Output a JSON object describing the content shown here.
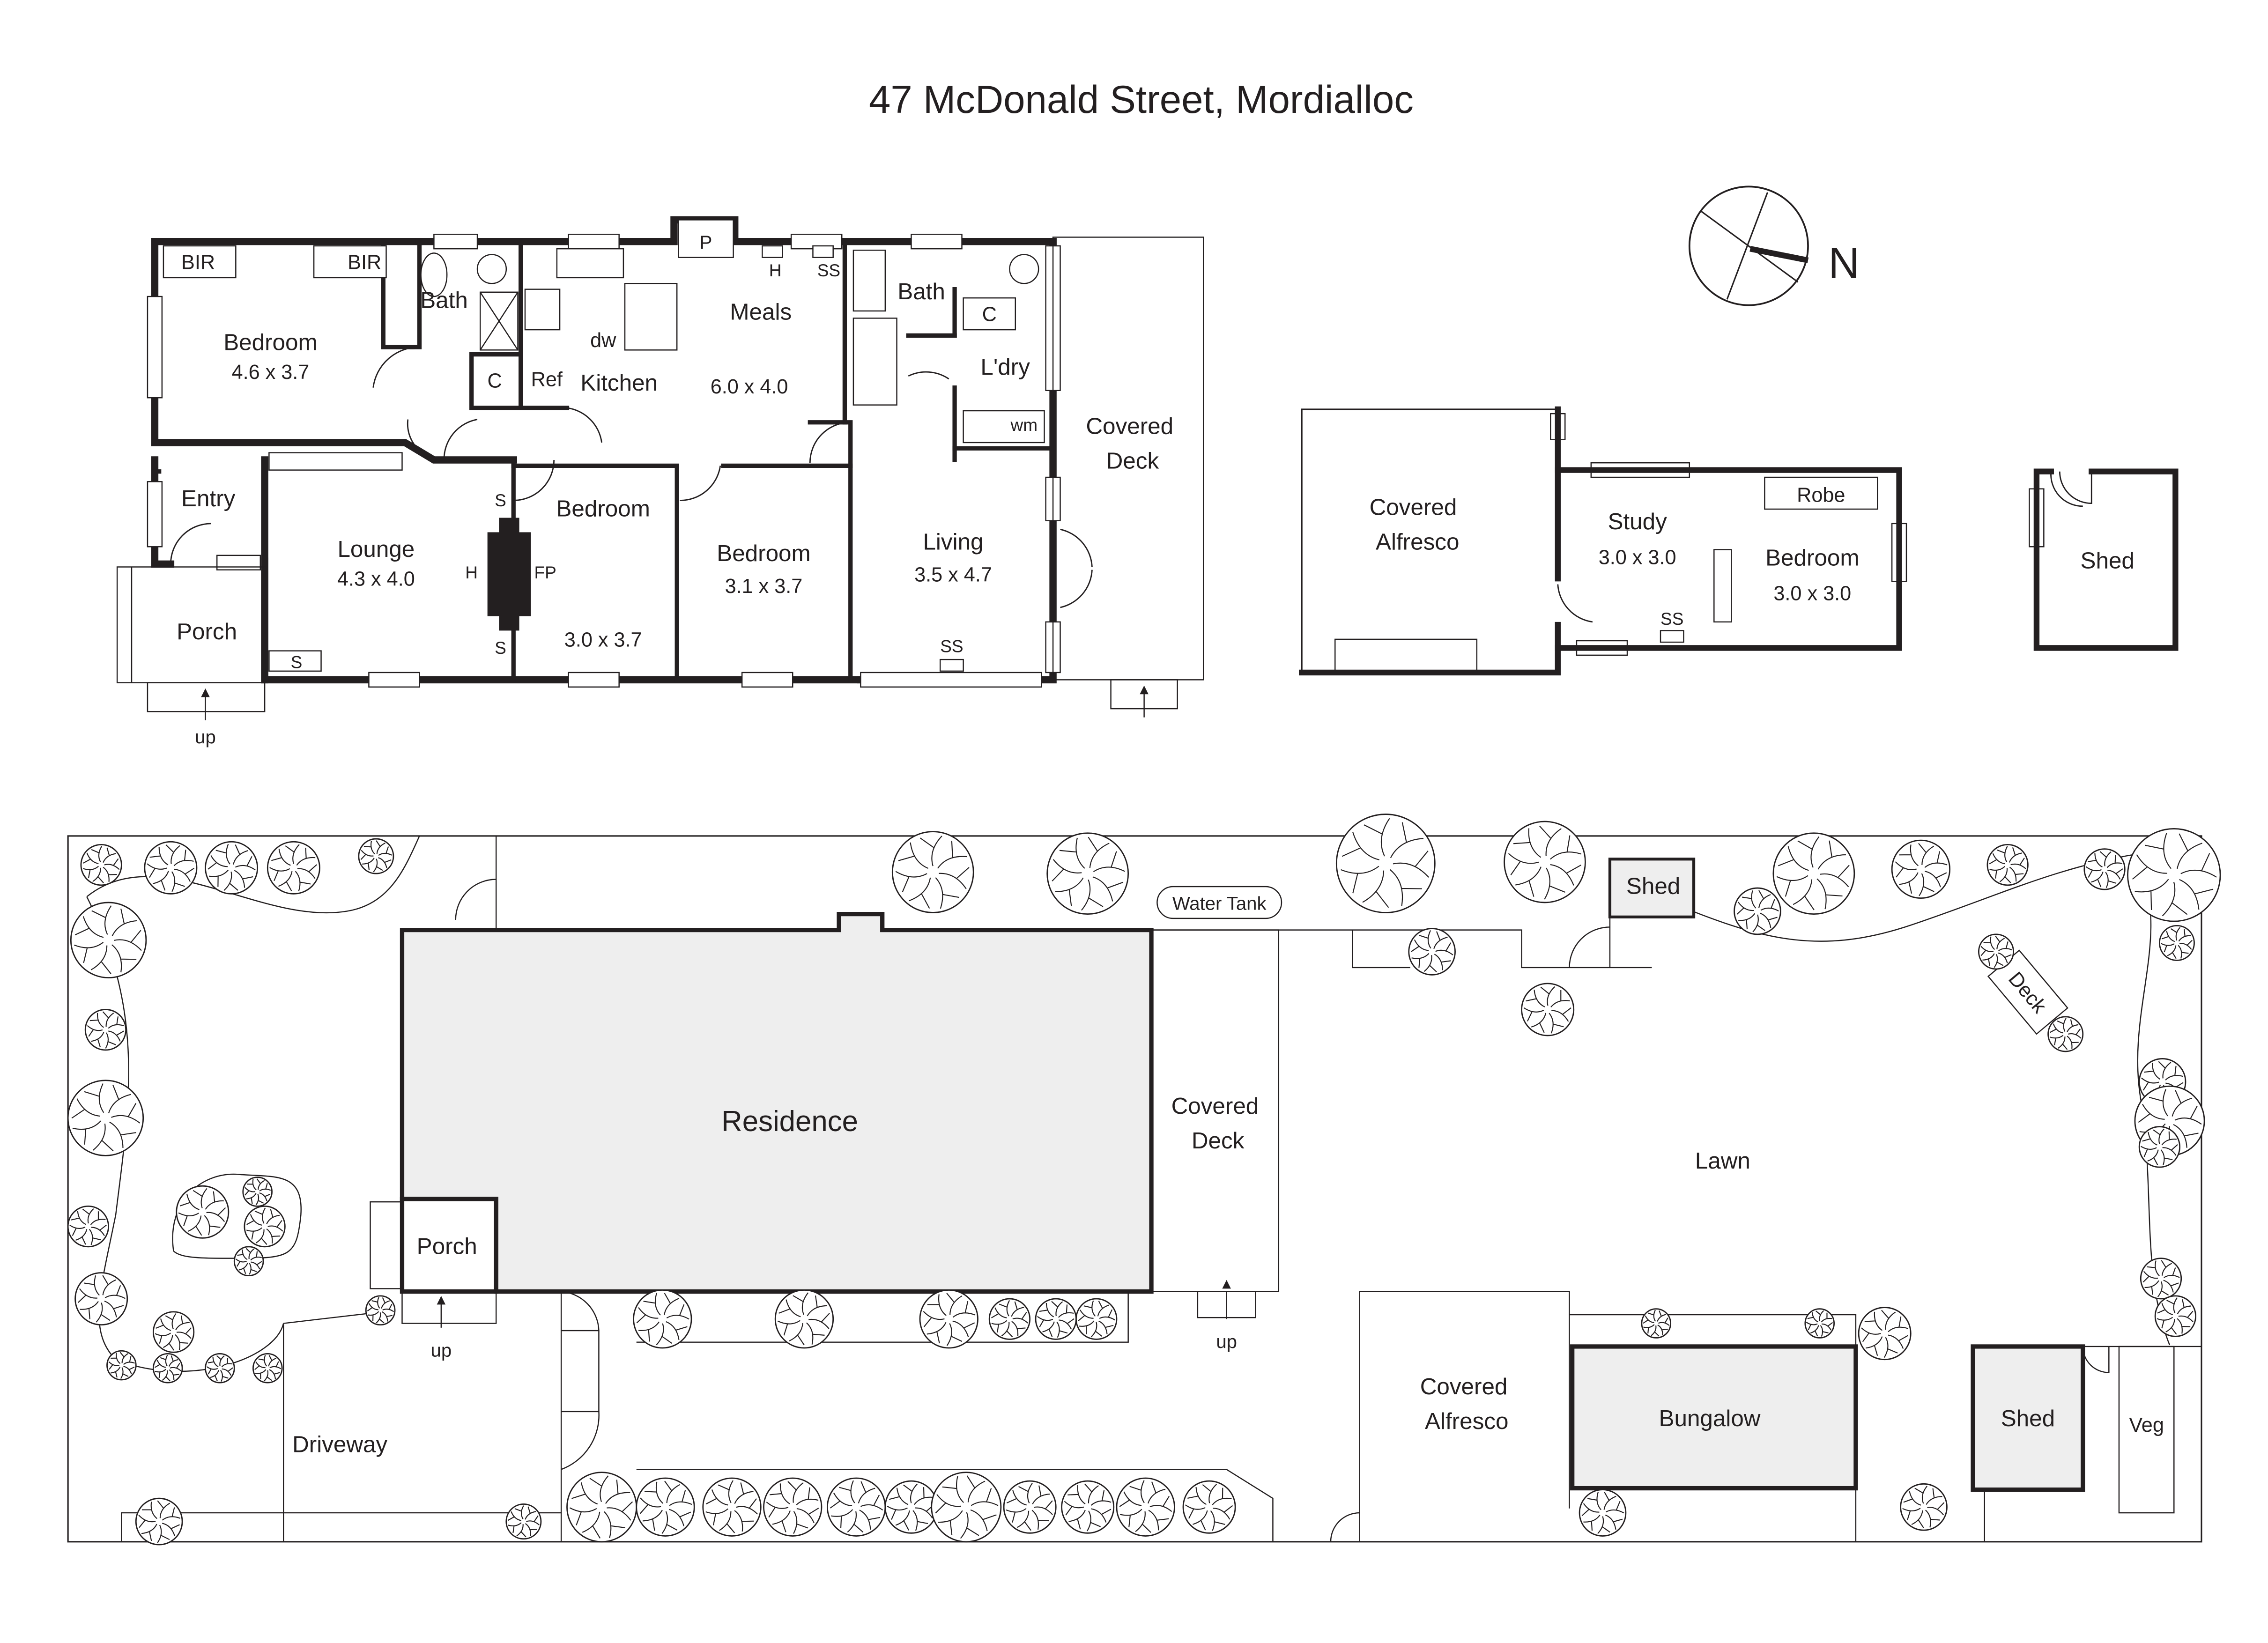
{
  "title": "47 McDonald Street, Mordialloc",
  "compass": {
    "label": "N"
  },
  "floor_plan": {
    "rooms": {
      "bedroom1": {
        "name": "Bedroom",
        "size": "4.6 x 3.7"
      },
      "bir1": "BIR",
      "bir2": "BIR",
      "bath1": "Bath",
      "kitchen": "Kitchen",
      "dw": "dw",
      "ref": "Ref",
      "cupboard1": "C",
      "meals": {
        "name": "Meals",
        "size": "6.0 x 4.0"
      },
      "pantry": "P",
      "h_top": "H",
      "ss_top": "SS",
      "bath2": "Bath",
      "cupboard2": "C",
      "laundry": "L'dry",
      "wm": "wm",
      "covered_deck": {
        "line1": "Covered",
        "line2": "Deck"
      },
      "entry": "Entry",
      "porch": "Porch",
      "up": "up",
      "lounge": {
        "name": "Lounge",
        "size": "4.3 x 4.0"
      },
      "s_lounge": "S",
      "fireplace": {
        "fp": "FP",
        "h": "H",
        "s_top": "S",
        "s_bottom": "S"
      },
      "bedroom2": {
        "name": "Bedroom",
        "size": "3.0 x 3.7"
      },
      "bedroom3": {
        "name": "Bedroom",
        "size": "3.1 x 3.7"
      },
      "living": {
        "name": "Living",
        "size": "3.5 x 4.7"
      },
      "ss_living": "SS"
    }
  },
  "bungalow_plan": {
    "covered_alfresco": {
      "line1": "Covered",
      "line2": "Alfresco"
    },
    "study": {
      "name": "Study",
      "size": "3.0 x 3.0"
    },
    "bedroom": {
      "name": "Bedroom",
      "size": "3.0 x 3.0"
    },
    "robe": "Robe",
    "ss": "SS"
  },
  "shed_plan": {
    "label": "Shed"
  },
  "site_plan": {
    "residence": "Residence",
    "porch": "Porch",
    "up_porch": "up",
    "covered_deck": {
      "line1": "Covered",
      "line2": "Deck"
    },
    "up_deck": "up",
    "water_tank": "Water Tank",
    "shed_top": "Shed",
    "deck": "Deck",
    "lawn": "Lawn",
    "driveway": "Driveway",
    "covered_alfresco": {
      "line1": "Covered",
      "line2": "Alfresco"
    },
    "bungalow": "Bungalow",
    "shed_bottom": "Shed",
    "veg": "Veg"
  },
  "colors": {
    "line": "#231f20",
    "building_fill": "#eeeeee",
    "background": "#ffffff"
  }
}
